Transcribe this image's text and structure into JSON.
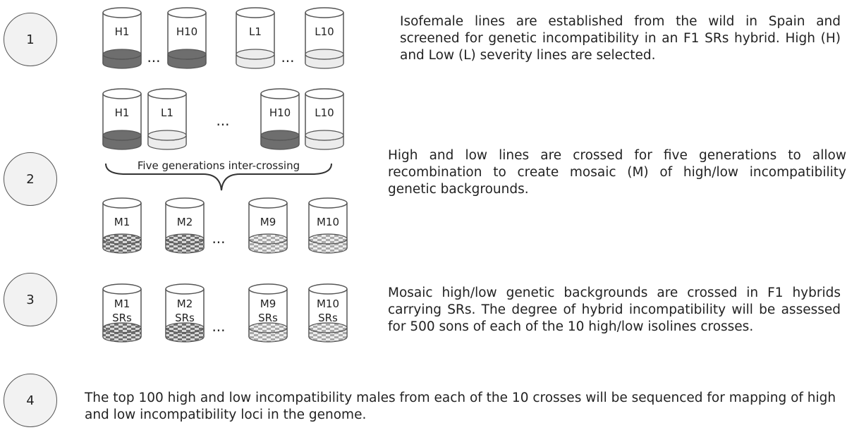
{
  "steps": [
    {
      "number": "1",
      "description": "Isofemale lines are established from the wild in Spain and screened for genetic incompatibility in an F1 SRs hybrid. High (H) and Low (L) severity lines are selected."
    },
    {
      "number": "2",
      "description": "High and low lines are crossed for five generations to allow recombination to create mosaic (M) of high/low incompatibility genetic backgrounds."
    },
    {
      "number": "3",
      "description": "Mosaic high/low genetic backgrounds are crossed in F1 hybrids carrying SRs. The degree of hybrid incompatibility will be assessed for 500 sons of each of the 10 high/low isolines crosses."
    },
    {
      "number": "4",
      "description": "The top 100 high and low incompatibility males from each of the 10 crosses will be sequenced for mapping of high and low incompatibility loci in the genome."
    }
  ],
  "row1": {
    "tubes": [
      {
        "label": "H1",
        "fill": "high"
      },
      {
        "label": "H10",
        "fill": "high"
      },
      {
        "label": "L1",
        "fill": "low"
      },
      {
        "label": "L10",
        "fill": "low"
      }
    ],
    "ellipsis": [
      "...",
      "..."
    ]
  },
  "row2": {
    "tubes": [
      {
        "label": "H1",
        "fill": "high"
      },
      {
        "label": "L1",
        "fill": "low"
      },
      {
        "label": "H10",
        "fill": "high"
      },
      {
        "label": "L10",
        "fill": "low"
      }
    ],
    "ellipsis": "...",
    "brace_label": "Five generations inter-crossing"
  },
  "row_mosaic": {
    "tubes": [
      {
        "label": "M1",
        "fill": "mosaic-dark"
      },
      {
        "label": "M2",
        "fill": "mosaic-dark"
      },
      {
        "label": "M9",
        "fill": "mosaic-light"
      },
      {
        "label": "M10",
        "fill": "mosaic-light"
      }
    ],
    "ellipsis": "..."
  },
  "row3": {
    "tubes": [
      {
        "label": "M1",
        "sublabel": "SRs",
        "fill": "mosaic-dark"
      },
      {
        "label": "M2",
        "sublabel": "SRs",
        "fill": "mosaic-dark"
      },
      {
        "label": "M9",
        "sublabel": "SRs",
        "fill": "mosaic-light"
      },
      {
        "label": "M10",
        "sublabel": "SRs",
        "fill": "mosaic-light"
      }
    ],
    "ellipsis": "..."
  },
  "colors": {
    "high": "#6e6e6e",
    "low": "#ececec",
    "tube_outline": "#555555",
    "mosaic_dark_a": "#6e6e6e",
    "mosaic_dark_b": "#d9d9d9",
    "mosaic_light_a": "#a8a8a8",
    "mosaic_light_b": "#eeeeee"
  }
}
